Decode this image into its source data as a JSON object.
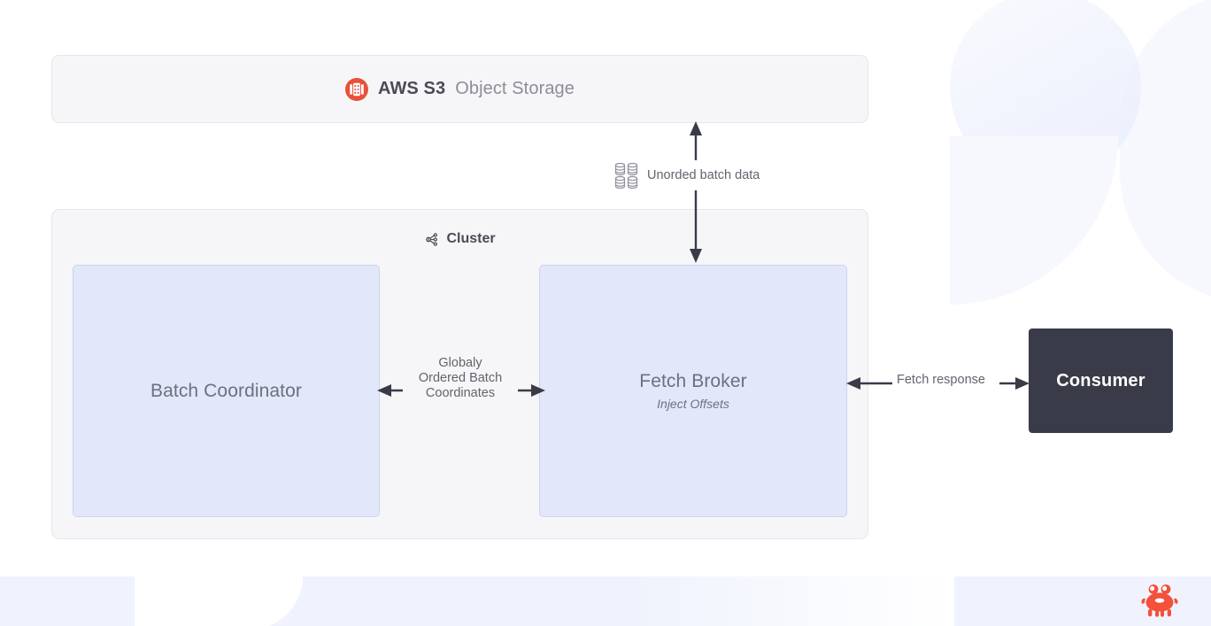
{
  "diagram": {
    "title": "AWS S3 Object Storage streaming architecture",
    "colors": {
      "panel_bg": "#f6f6f8",
      "panel_border": "#e6e7eb",
      "node_blue_bg": "#e2e7fa",
      "node_blue_border": "#cbd3f2",
      "consumer_bg": "#3a3b48",
      "arrow": "#3a3b48",
      "text_muted": "#6e707e",
      "text_strong": "#4a4b57",
      "accent_red": "#e8503a",
      "deco_lavender": "#f0f3fd"
    }
  },
  "storage_panel": {
    "icon": "aws-s3-icon",
    "title_strong": "AWS S3",
    "title_rest": "Object Storage"
  },
  "cluster_panel": {
    "icon": "cluster-nodes-icon",
    "title": "Cluster",
    "nodes": [
      {
        "id": "batch-coordinator",
        "title": "Batch Coordinator",
        "subtitle": ""
      },
      {
        "id": "fetch-broker",
        "title": "Fetch Broker",
        "subtitle": "Inject Offsets"
      }
    ]
  },
  "consumer": {
    "title": "Consumer"
  },
  "connections": [
    {
      "id": "s3-cluster",
      "label": "Unorded batch data",
      "icon": "database-grid-icon",
      "direction": "bidirectional",
      "orientation": "vertical"
    },
    {
      "id": "coordinator-broker",
      "label_lines": [
        "Globaly",
        "Ordered Batch",
        "Coordinates"
      ],
      "label": "Globaly Ordered Batch Coordinates",
      "direction": "bidirectional",
      "orientation": "horizontal"
    },
    {
      "id": "broker-consumer",
      "label": "Fetch response",
      "direction": "bidirectional",
      "orientation": "horizontal"
    }
  ],
  "branding": {
    "logo": "crab-icon"
  }
}
